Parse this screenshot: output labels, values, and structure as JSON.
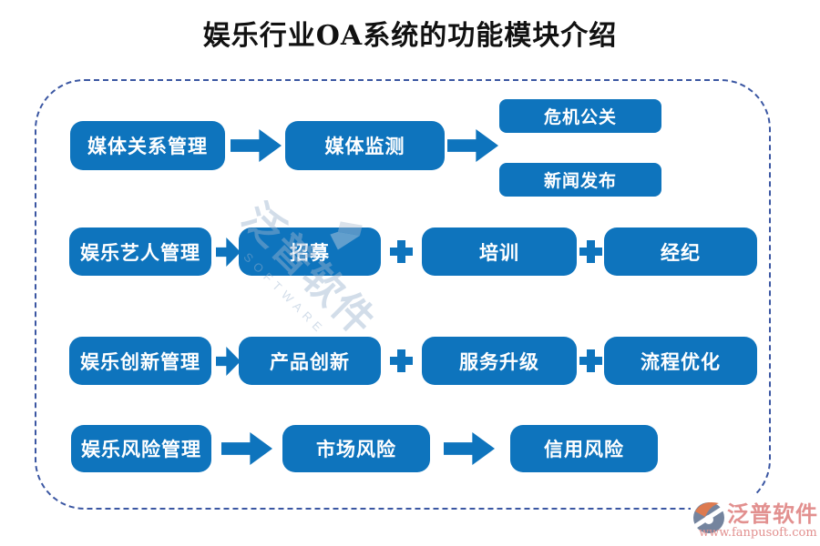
{
  "title": "娱乐行业OA系统的功能模块介绍",
  "colors": {
    "box_blue": "#0e74bd",
    "border_navy": "#3a56a2",
    "logo_salmon": "#e2908f",
    "watermark_blue": "#9db4cf"
  },
  "rows": [
    {
      "source": "媒体关系管理",
      "step": "媒体监测",
      "branches": [
        "危机公关",
        "新闻发布"
      ]
    },
    {
      "source": "娱乐艺人管理",
      "steps": [
        "招募",
        "培训",
        "经纪"
      ]
    },
    {
      "source": "娱乐创新管理",
      "steps": [
        "产品创新",
        "服务升级",
        "流程优化"
      ]
    },
    {
      "source": "娱乐风险管理",
      "steps": [
        "市场风险",
        "信用风险"
      ]
    }
  ],
  "watermark": {
    "brand": "泛普软件",
    "subtext": "SOFTWARE"
  },
  "logo": {
    "brand": "泛普软件",
    "url": "www.fanpusoft.com"
  }
}
